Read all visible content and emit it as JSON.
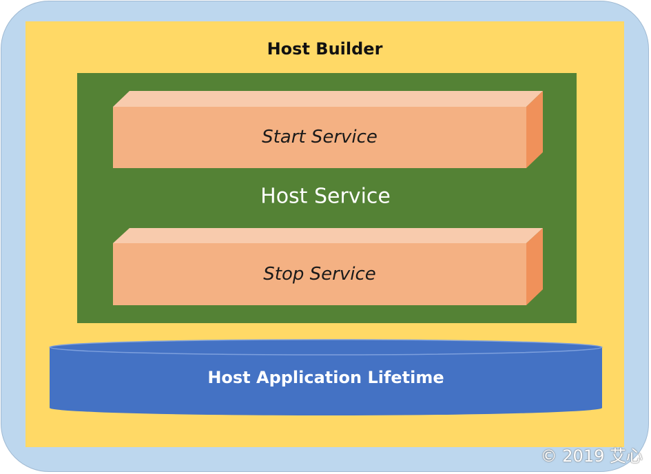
{
  "diagram": {
    "builder_title": "Host Builder",
    "service_label": "Host Service",
    "start_label": "Start Service",
    "stop_label": "Stop Service",
    "lifetime_label": "Host Application Lifetime",
    "watermark": "© 2019 艾心"
  },
  "colors": {
    "outer_frame": "#bdd7ee",
    "builder_fill": "#ffd966",
    "service_fill": "#548235",
    "bar_front": "#f4b183",
    "bar_top": "#f8cbad",
    "bar_side": "#f0915a",
    "lifetime_fill": "#4472c4"
  }
}
